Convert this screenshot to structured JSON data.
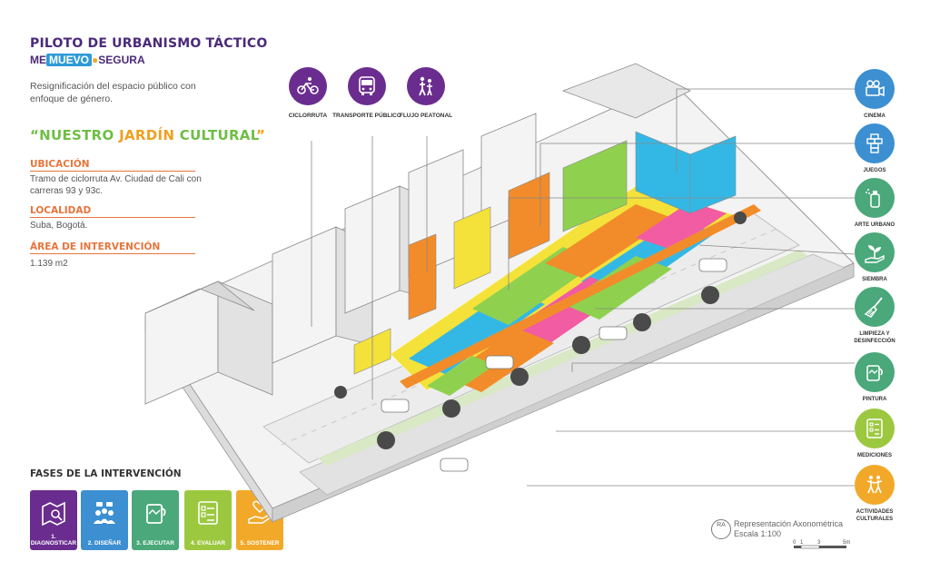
{
  "header": {
    "title": "PILOTO DE URBANISMO TÁCTICO",
    "brand_part1": "ME",
    "brand_part2": "MUEVO",
    "brand_part3": "SEGURA",
    "subtitle": "Resignificación del espacio público con enfoque de género."
  },
  "project": {
    "quote_open": "“NUESTRO ",
    "quote_word2": "JARDÍN ",
    "quote_word3": "CULTURAL",
    "quote_close": "”"
  },
  "sections": [
    {
      "heading": "UBICACIÓN",
      "text": "Tramo de ciclorruta Av. Ciudad de Cali con carreras 93 y 93c."
    },
    {
      "heading": "LOCALIDAD",
      "text": "Suba, Bogotá."
    },
    {
      "heading": "ÁREA DE INTERVENCIÓN",
      "text": "1.139 m2"
    }
  ],
  "phases": {
    "title": "FASES DE LA INTERVENCIÓN",
    "items": [
      {
        "label": "1. DIAGNOSTICAR",
        "color": "#6a2d8f",
        "icon": "map-icon"
      },
      {
        "label": "2. DISEÑAR",
        "color": "#3c8fd1",
        "icon": "people-icon"
      },
      {
        "label": "3. EJECUTAR",
        "color": "#4aa87a",
        "icon": "paint-bucket-icon"
      },
      {
        "label": "4. EVALUAR",
        "color": "#9cc840",
        "icon": "checklist-icon"
      },
      {
        "label": "5. SOSTENER",
        "color": "#f2a92a",
        "icon": "hand-heart-icon"
      }
    ]
  },
  "top_icons": [
    {
      "label": "CICLORRUTA",
      "icon": "bicycle-icon"
    },
    {
      "label": "TRANSPORTE PÚBLICO",
      "icon": "bus-icon"
    },
    {
      "label": "FLUJO PEATONAL",
      "icon": "pedestrians-icon"
    }
  ],
  "right_icons": [
    {
      "label": "CINEMA",
      "color": "#3c8fd1",
      "icon": "projector-icon"
    },
    {
      "label": "JUEGOS",
      "color": "#3c8fd1",
      "icon": "hopscotch-icon"
    },
    {
      "label": "ARTE URBANO",
      "color": "#4aa87a",
      "icon": "spray-can-icon"
    },
    {
      "label": "SIEMBRA",
      "color": "#4aa87a",
      "icon": "seedling-icon"
    },
    {
      "label": "LIMPIEZA Y DESINFECCIÓN",
      "color": "#4aa87a",
      "icon": "broom-icon"
    },
    {
      "label": "PINTURA",
      "color": "#4aa87a",
      "icon": "paint-bucket-icon"
    },
    {
      "label": "MEDICIONES",
      "color": "#9cc840",
      "icon": "checklist-icon"
    },
    {
      "label": "ACTIVIDADES CULTURALES",
      "color": "#f2a92a",
      "icon": "dancers-icon"
    }
  ],
  "legend": {
    "ra_mark": "RA",
    "caption": "Representación Axonométrica",
    "scale": "Escala 1:100",
    "scale_ticks": [
      "0",
      "1",
      "3",
      "5m"
    ]
  },
  "colors": {
    "purple": "#6a2d8f",
    "orange": "#e8743b",
    "mosaic": [
      "#f4e23a",
      "#f28c2a",
      "#33b8e6",
      "#8fd14f",
      "#f25ca2"
    ]
  }
}
